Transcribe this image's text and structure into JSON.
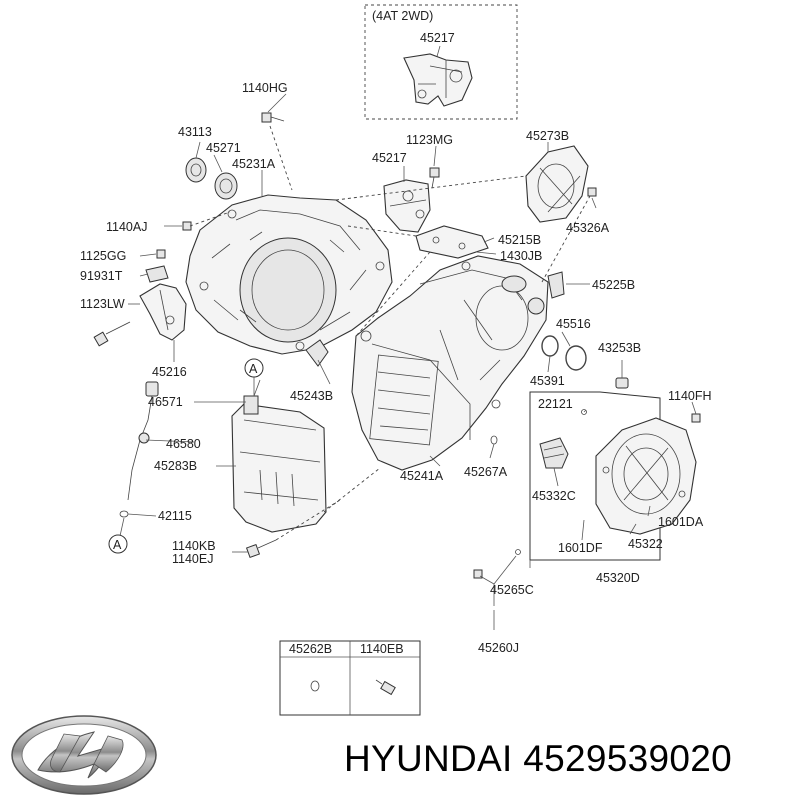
{
  "inset": {
    "title": "(4AT 2WD)",
    "part": "45217"
  },
  "labels": {
    "p1140HG": "1140HG",
    "p43113": "43113",
    "p45271": "45271",
    "p45231A": "45231A",
    "p1140AJ": "1140AJ",
    "p1125GG": "1125GG",
    "p91931T": "91931T",
    "p1123LW": "1123LW",
    "p45216": "45216",
    "p1123MG": "1123MG",
    "p45217b": "45217",
    "p45273B": "45273B",
    "p45326A": "45326A",
    "p45215B": "45215B",
    "p1430JB": "1430JB",
    "p45225B": "45225B",
    "p45516": "45516",
    "p45391": "45391",
    "p43253B": "43253B",
    "p1140FH": "1140FH",
    "p22121": "22121",
    "p45332C": "45332C",
    "p1601DA": "1601DA",
    "p45322": "45322",
    "p1601DF": "1601DF",
    "p45320D": "45320D",
    "p45265C": "45265C",
    "p45260J": "45260J",
    "p45267A": "45267A",
    "p45241A": "45241A",
    "p45243B": "45243B",
    "p46571": "46571",
    "p46580": "46580",
    "p45283B": "45283B",
    "p42115": "42115",
    "p1140KB": "1140KB",
    "p1140EJ": "1140EJ",
    "refA1": "A",
    "refA2": "A"
  },
  "table": {
    "col1": "45262B",
    "col2": "1140EB"
  },
  "brand": {
    "text": "HYUNDAI 4529539020",
    "logo_icon": "hyundai-logo-icon"
  }
}
